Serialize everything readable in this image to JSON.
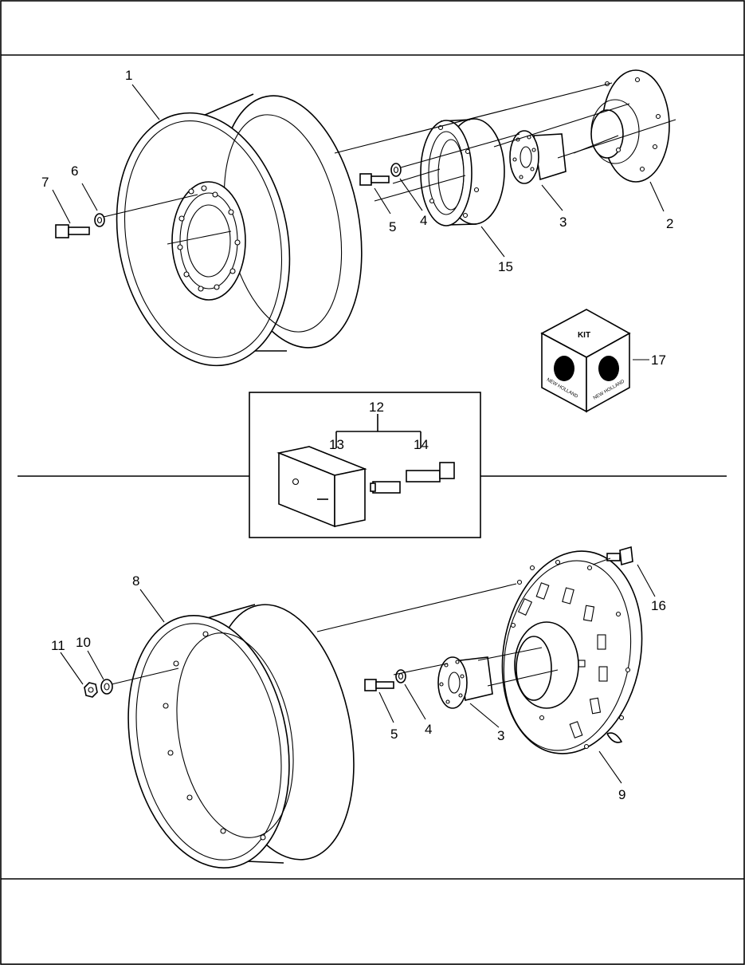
{
  "callouts": {
    "c1": "1",
    "c2": "2",
    "c3a": "3",
    "c4a": "4",
    "c5a": "5",
    "c6": "6",
    "c7": "7",
    "c8": "8",
    "c9": "9",
    "c10": "10",
    "c11": "11",
    "c12": "12",
    "c13": "13",
    "c14": "14",
    "c15": "15",
    "c16": "16",
    "c17": "17",
    "c3b": "3",
    "c4b": "4",
    "c5b": "5"
  },
  "kit": {
    "top_label": "KIT",
    "brand_left": "NEW HOLLAND",
    "brand_right": "NEW HOLLAND"
  }
}
